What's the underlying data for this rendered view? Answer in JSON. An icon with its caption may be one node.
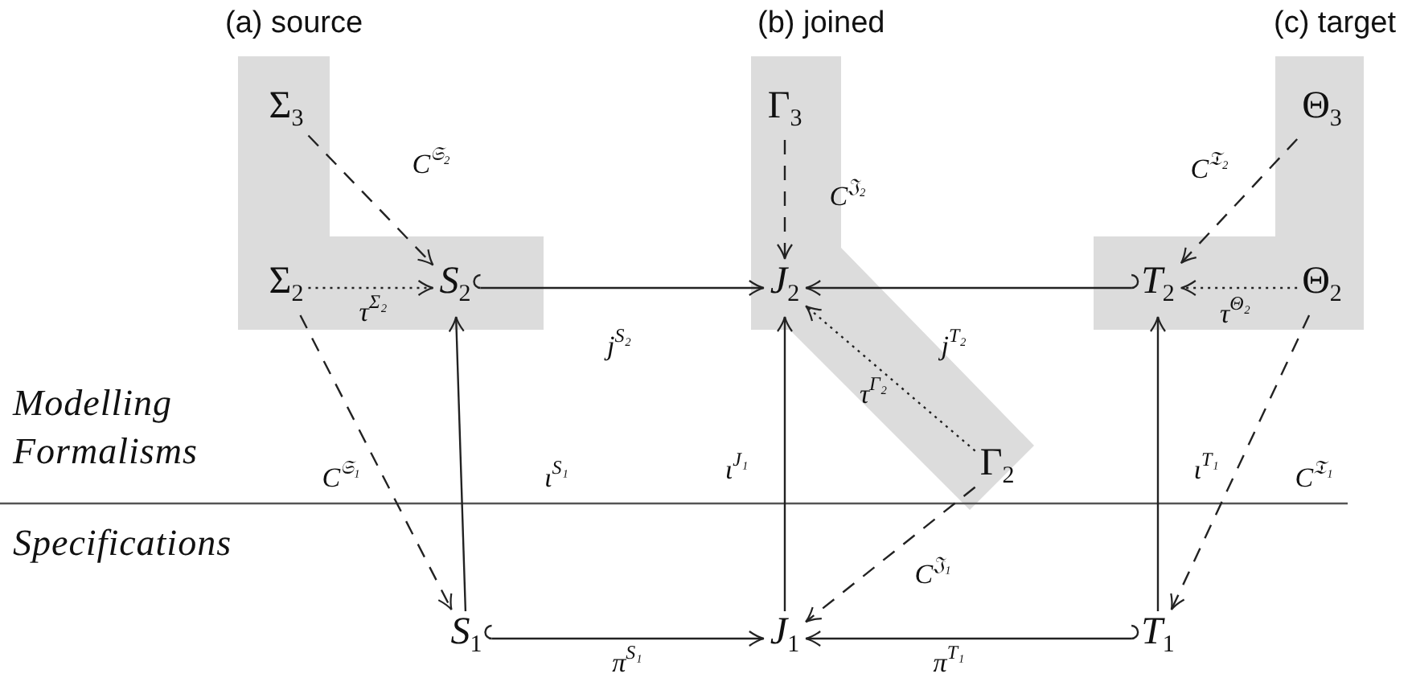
{
  "diagram": {
    "nodes": [
      {
        "text": [
          "(a) source"
        ]
      },
      {
        "text": [
          "Σ$_{3}$"
        ],
        "in": 0
      },
      {
        "text": [
          "Σ$_{2}$"
        ],
        "in": 0
      },
      {
        "text": [
          "*S*$_{2}$"
        ],
        "in": 0
      },
      {
        "text": [
          "(b) joined"
        ]
      },
      {
        "text": [
          "Γ$_{3}$"
        ],
        "in": 4
      },
      {
        "text": [
          "*J*$_{2}$"
        ],
        "in": 4
      },
      {
        "text": [
          "Γ$_{2}$"
        ],
        "in": 4
      },
      {
        "text": [
          "(c) target"
        ]
      },
      {
        "text": [
          "Θ$_{3}$"
        ],
        "in": 8
      },
      {
        "text": [
          "*T*$_{2}$"
        ],
        "in": 8
      },
      {
        "text": [
          "Θ$_{2}$"
        ],
        "in": 8
      },
      {
        "text": [
          "*S*$_{1}$"
        ]
      },
      {
        "text": [
          "*J*$_{1}$"
        ]
      },
      {
        "text": [
          "*T*$_{1}$"
        ]
      }
    ],
    "edges": [
      {
        "from": 1,
        "to": 3,
        "arrow": "to",
        "style": "dashed",
        "label": "C$^{𝔖₂}$"
      },
      {
        "from": 2,
        "to": 3,
        "arrow": "to",
        "style": "dashed",
        "label": "τ$^{Σ₂}$"
      },
      {
        "from": 3,
        "to": 6,
        "arrow": "to",
        "label": "j$^{S₂}$"
      },
      {
        "from": 10,
        "to": 6,
        "arrow": "to",
        "label": "j$^{T₂}$"
      },
      {
        "from": 5,
        "to": 6,
        "arrow": "to",
        "style": "dashed",
        "label": "C$^{𝔍₂}$"
      },
      {
        "from": 7,
        "to": 6,
        "arrow": "to",
        "style": "dashed",
        "label": "τ$^{Γ₂}$"
      },
      {
        "from": 9,
        "to": 10,
        "arrow": "to",
        "style": "dashed",
        "label": "C$^{𝔗₂}$"
      },
      {
        "from": 11,
        "to": 10,
        "arrow": "to",
        "style": "dashed",
        "label": "τ$^{Θ₂}$"
      },
      {
        "from": 12,
        "to": 3,
        "arrow": "to",
        "label": "ι$^{S₁}$"
      },
      {
        "from": 13,
        "to": 6,
        "arrow": "to",
        "label": "ι$^{J₁}$"
      },
      {
        "from": 14,
        "to": 10,
        "arrow": "to",
        "label": "ι$^{T₁}$"
      },
      {
        "from": 2,
        "to": 12,
        "arrow": "to",
        "style": "dashed",
        "label": "C$^{𝔖₁}$"
      },
      {
        "from": 7,
        "to": 13,
        "arrow": "to",
        "style": "dashed",
        "label": "C$^{𝔍₁}$"
      },
      {
        "from": 11,
        "to": 14,
        "arrow": "to",
        "style": "dashed",
        "label": "C$^{𝔗₁}$"
      },
      {
        "from": 12,
        "to": 13,
        "arrow": "to",
        "label": "π$^{S₁}$"
      },
      {
        "from": 14,
        "to": 13,
        "arrow": "to",
        "label": "π$^{T₁}$"
      }
    ],
    "labels": [
      "Modelling Formalisms",
      "Specifications"
    ]
  }
}
